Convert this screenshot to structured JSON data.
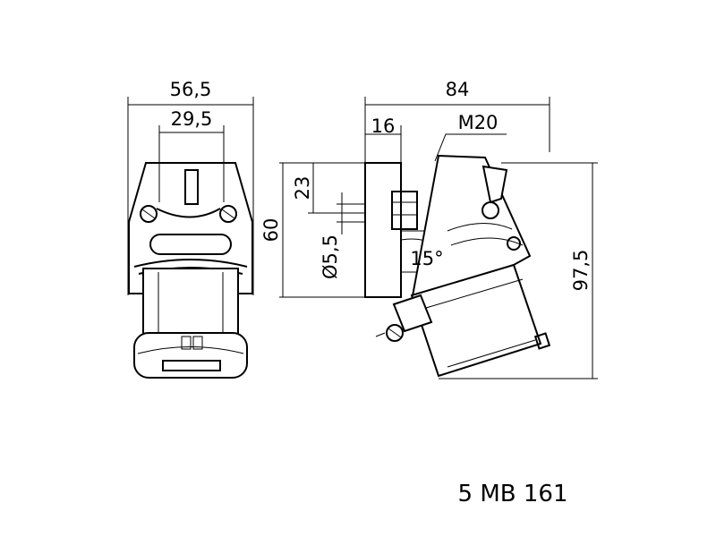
{
  "dimensions": {
    "front_width_total": "56,5",
    "front_width_inner": "29,5",
    "height_60": "60",
    "depth_84": "84",
    "depth_16": "16",
    "thread": "M20",
    "height_23": "23",
    "hole_diameter": "Ø5,5",
    "angle": "15°",
    "height_97_5": "97,5"
  },
  "product_code": "5 MB 161"
}
